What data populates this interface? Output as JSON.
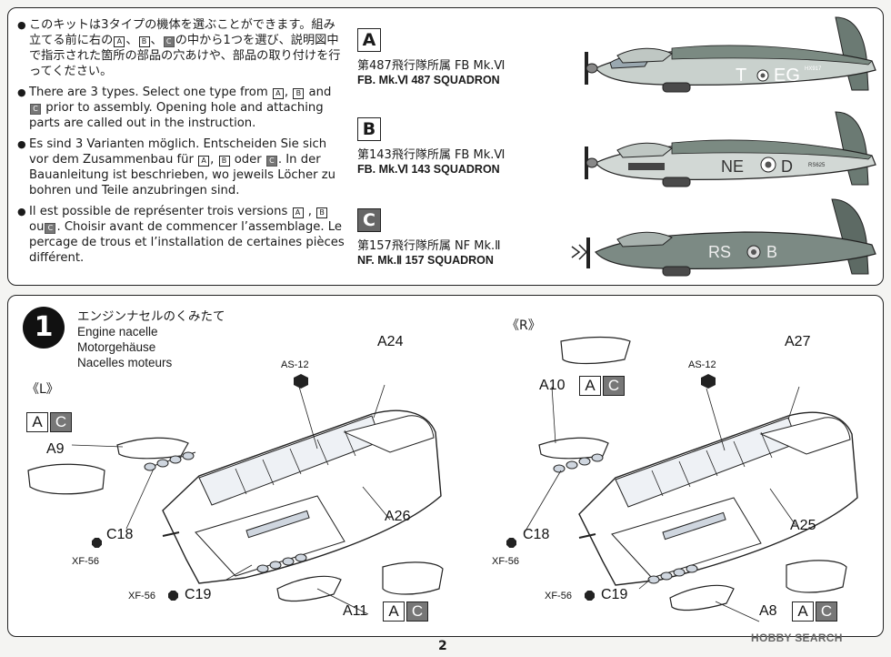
{
  "notes": [
    {
      "lang": "ja",
      "parts": [
        "このキットは3タイプの機体を選ぶことができます。組み立てる前に右の",
        "A",
        "、",
        "B",
        "、",
        "C",
        "の中から1つを選び、説明図中で指示された箇所の部品の穴あけや、部品の取り付けを行ってください。"
      ]
    },
    {
      "lang": "en",
      "parts": [
        "There are 3 types. Select one type from ",
        "A",
        ", ",
        "B",
        " and ",
        "C",
        " prior to assembly. Opening hole and attaching parts are called out in the instruction."
      ]
    },
    {
      "lang": "de",
      "parts": [
        "Es sind 3 Varianten möglich. Entscheiden Sie sich vor dem Zusammenbau für ",
        "A",
        ", ",
        "B",
        " oder ",
        "C",
        ". In der Bauanleitung ist beschrieben, wo jeweils Löcher zu bohren und Teile anzubringen sind."
      ]
    },
    {
      "lang": "fr",
      "parts": [
        "Il est possible de représenter trois versions ",
        "A",
        " , ",
        "B",
        " ou",
        "C",
        ". Choisir avant de commencer l’assemblage. Le percage de trous et l’installation de certaines pièces différent."
      ]
    }
  ],
  "variants": [
    {
      "badge": "A",
      "jp": "第487飛行隊所属 FB Mk.Ⅵ",
      "en": "FB. Mk.Ⅵ 487 SQUADRON",
      "codes": [
        "T",
        "EG"
      ],
      "serial": "HX917"
    },
    {
      "badge": "B",
      "jp": "第143飛行隊所属 FB Mk.Ⅵ",
      "en": "FB. Mk.Ⅵ 143 SQUADRON",
      "codes": [
        "NE",
        "D"
      ],
      "serial": "RS625"
    },
    {
      "badge": "C",
      "jp": "第157飛行隊所属 NF Mk.Ⅱ",
      "en": "NF. Mk.Ⅱ 157 SQUADRON",
      "codes": [
        "RS",
        "B"
      ],
      "serial": ""
    }
  ],
  "step": {
    "number": "1",
    "title_jp": "エンジンナセルのくみたて",
    "title_en": "Engine nacelle",
    "title_de": "Motorgehäuse",
    "title_fr": "Nacelles moteurs"
  },
  "left": {
    "side": "《L》",
    "badges": [
      "A",
      "C"
    ],
    "labels": {
      "a24": "A24",
      "as12": "AS-12",
      "a9": "A9",
      "c18": "C18",
      "xf56a": "XF-56",
      "a26": "A26",
      "xf56b": "XF-56",
      "c19": "C19",
      "a11": "A11"
    }
  },
  "right": {
    "side": "《R》",
    "badges": [
      "A",
      "C"
    ],
    "labels": {
      "a10": "A10",
      "as12": "AS-12",
      "a27": "A27",
      "c18": "C18",
      "xf56a": "XF-56",
      "a25": "A25",
      "xf56b": "XF-56",
      "c19": "C19",
      "a8": "A8"
    }
  },
  "page_number": "2",
  "watermark": "HOBBY SEARCH"
}
